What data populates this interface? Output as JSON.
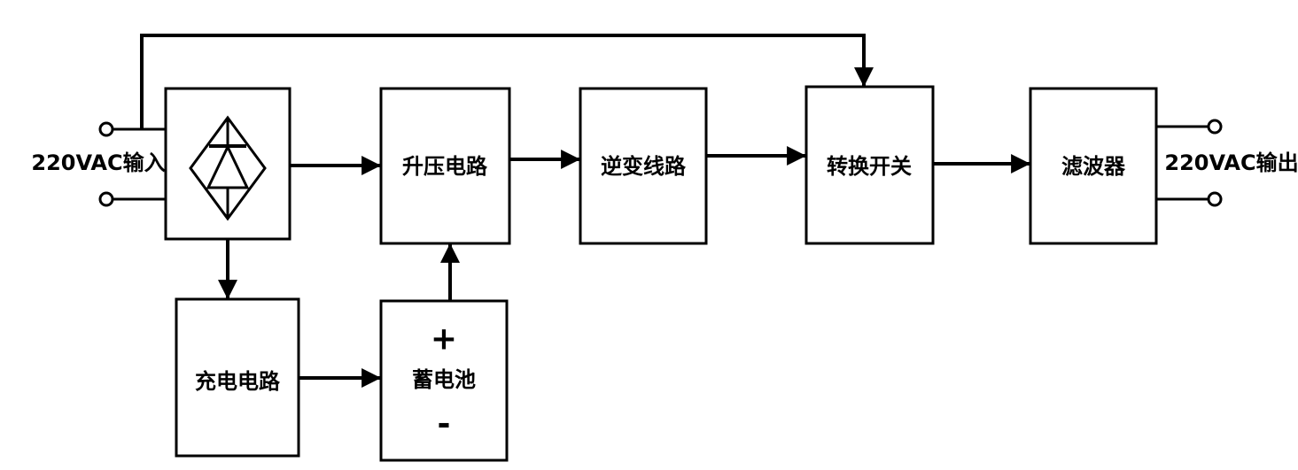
{
  "diagram": {
    "colors": {
      "line": "#000000",
      "background": "#ffffff"
    },
    "terminals": {
      "input_label": "220VAC输入",
      "output_label": "220VAC输出"
    },
    "blocks": {
      "boost": {
        "label": "升压电路"
      },
      "inverter": {
        "label": "逆变线路"
      },
      "transfer_switch": {
        "label": "转换开关"
      },
      "filter": {
        "label": "滤波器"
      },
      "charger": {
        "label": "充电电路"
      },
      "battery": {
        "label": "蓄电池",
        "plus": "+",
        "minus": "-"
      }
    }
  }
}
